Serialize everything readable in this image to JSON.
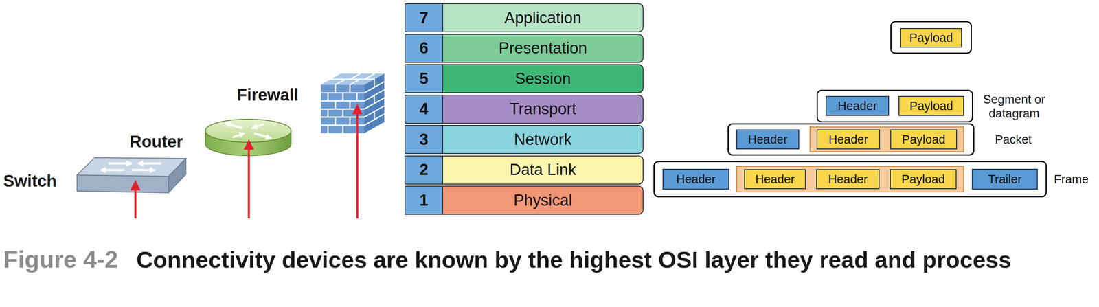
{
  "diagram": {
    "caption": "Connectivity devices are known by the highest OSI layer they read and process",
    "nodes": [
      {
        "text": [
          "7",
          "Application"
        ]
      },
      {
        "text": [
          "6",
          "Presentation"
        ]
      },
      {
        "text": [
          "5",
          "Session"
        ]
      },
      {
        "text": [
          "4",
          "Transport"
        ]
      },
      {
        "text": [
          "3",
          "Network"
        ]
      },
      {
        "text": [
          "2",
          "Data Link"
        ]
      },
      {
        "text": [
          "1",
          "Physical"
        ]
      },
      {
        "text": []
      },
      {
        "text": [
          "Payload"
        ],
        "in": 7
      },
      {
        "text": [
          "Segment or datagram"
        ]
      },
      {
        "text": [
          "Header"
        ],
        "in": 9
      },
      {
        "text": [
          "Payload"
        ],
        "in": 9
      },
      {
        "text": [
          "Packet"
        ]
      },
      {
        "text": [
          "Header"
        ],
        "in": 12
      },
      {
        "text": [],
        "in": 12
      },
      {
        "text": [
          "Header"
        ],
        "in": 14
      },
      {
        "text": [
          "Payload"
        ],
        "in": 14
      },
      {
        "text": [
          "Frame"
        ]
      },
      {
        "text": [
          "Header"
        ],
        "in": 17
      },
      {
        "text": [],
        "in": 17
      },
      {
        "text": [
          "Header"
        ],
        "in": 19
      },
      {
        "text": [
          "Header"
        ],
        "in": 19
      },
      {
        "text": [
          "Payload"
        ],
        "in": 19
      },
      {
        "text": [
          "Trailer"
        ],
        "in": 17
      }
    ],
    "labels": [
      "Firewall",
      "Router",
      "Switch",
      "Figure 4-2"
    ]
  }
}
